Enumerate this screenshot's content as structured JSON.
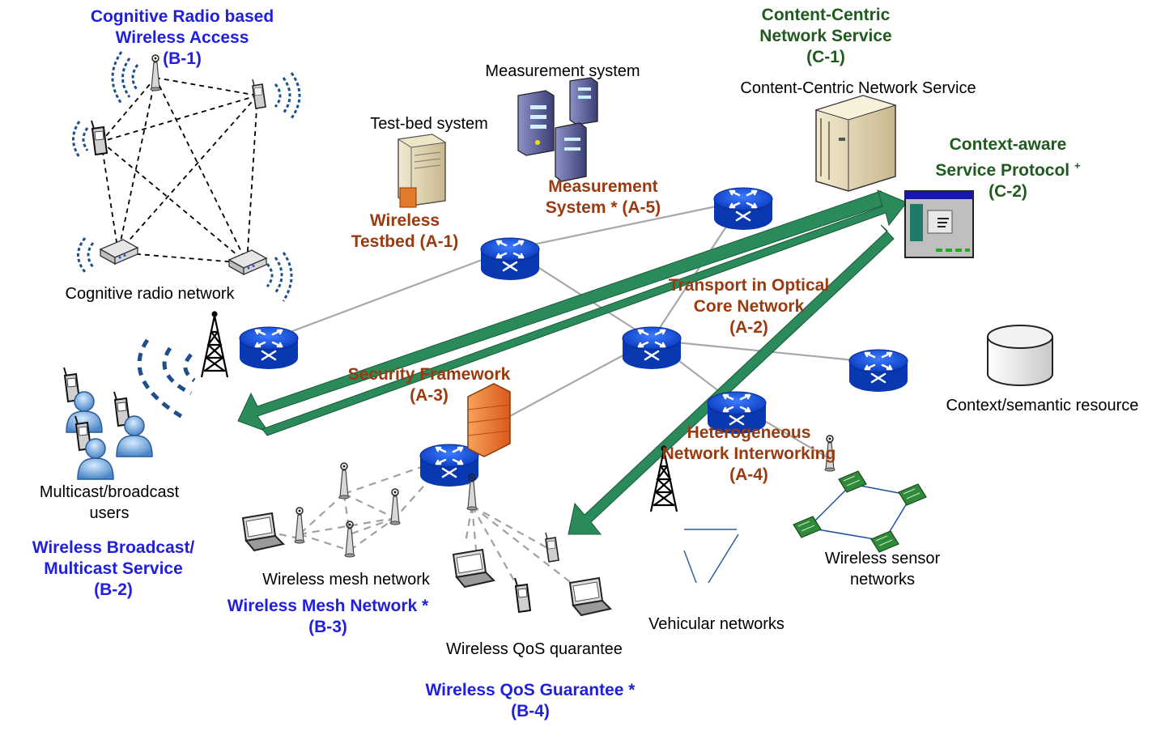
{
  "labels": {
    "b1_title": [
      "Cognitive Radio based",
      "Wireless Access",
      "(B-1)"
    ],
    "c1_title": [
      "Content-Centric",
      "Network Service",
      "(C-1)"
    ],
    "c1_caption": "Content-Centric Network Service",
    "measurement_caption": "Measurement system",
    "testbed_caption": "Test-bed system",
    "c2_title": [
      "Context-aware",
      "Service Protocol",
      "(C-2)"
    ],
    "c2_sup": "+",
    "a5_title": [
      "Measurement",
      "System * (A-5)"
    ],
    "a1_title": [
      "Wireless",
      "Testbed (A-1)"
    ],
    "cognitive_caption": "Cognitive radio network",
    "a2_title": [
      "Transport in Optical",
      "Core Network",
      "(A-2)"
    ],
    "a3_title": [
      "Security Framework",
      "(A-3)"
    ],
    "context_caption": "Context/semantic resource",
    "a4_title": [
      "Heterogeneous",
      "Network Interworking",
      "(A-4)"
    ],
    "multicast_caption": [
      "Multicast/broadcast",
      "users"
    ],
    "b2_title": [
      "Wireless Broadcast/",
      "Multicast Service",
      "(B-2)"
    ],
    "mesh_caption": "Wireless mesh network",
    "b3_title": [
      "Wireless Mesh Network *",
      "(B-3)"
    ],
    "sensor_caption": [
      "Wireless sensor",
      "networks"
    ],
    "vehicular_caption": "Vehicular networks",
    "qos_caption": "Wireless QoS quarantee",
    "b4_title": [
      "Wireless QoS Guarantee *",
      "(B-4)"
    ]
  },
  "icons": {
    "router": "router-icon",
    "server": "server-icon",
    "radio_tower": "radio-tower-icon",
    "laptop": "laptop-icon",
    "phone": "mobile-phone-icon",
    "user": "user-icon",
    "firewall": "firewall-icon",
    "database": "database-icon",
    "sensor": "sensor-node-icon",
    "access_point": "access-point-icon",
    "application_window": "application-window-icon"
  },
  "colors": {
    "arrow": "#2a8a5a",
    "router": "#1a4fd6",
    "blue_title": "#1f1fe0",
    "green_title": "#1f5a1f",
    "brown_title": "#9a3a0e"
  }
}
